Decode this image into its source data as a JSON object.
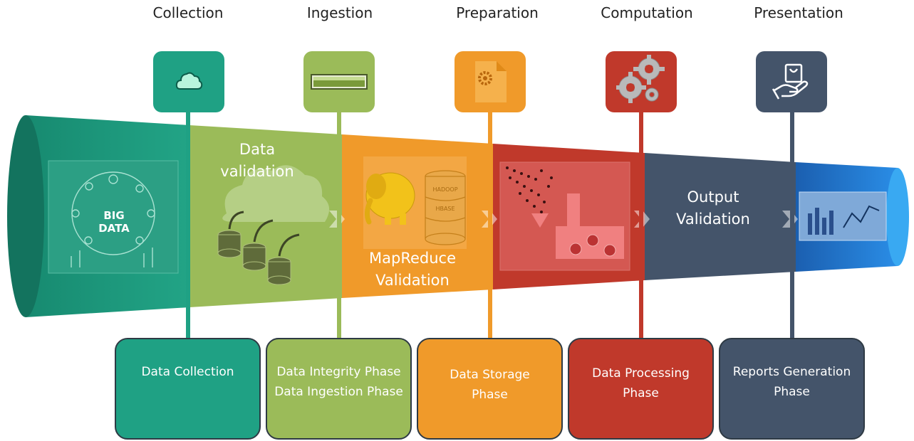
{
  "stages": [
    {
      "title": "Collection",
      "icon": "cloud-icon",
      "color": "#1fa184",
      "phase_lines": [
        "Data Collection"
      ]
    },
    {
      "title": "Ingestion",
      "icon": "progress-bar-icon",
      "color": "#9bbb59",
      "phase_lines": [
        "Data Integrity Phase",
        "Data Ingestion Phase"
      ]
    },
    {
      "title": "Preparation",
      "icon": "gear-document-icon",
      "color": "#f09a2a",
      "phase_lines": [
        "Data Storage",
        "Phase"
      ]
    },
    {
      "title": "Computation",
      "icon": "gears-icon",
      "color": "#c0392b",
      "phase_lines": [
        "Data Processing",
        "Phase"
      ]
    },
    {
      "title": "Presentation",
      "icon": "hand-bag-icon",
      "color": "#44546a",
      "phase_lines": [
        "Reports Generation",
        "Phase"
      ]
    }
  ],
  "funnel": {
    "big_data_label": [
      "BIG",
      "DATA"
    ],
    "data_validation": [
      "Data",
      "validation"
    ],
    "mapreduce_validation": [
      "MapReduce",
      "Validation"
    ],
    "output_validation": [
      "Output",
      "Validation"
    ],
    "hadoop_db_labels": [
      "HADOOP",
      "HBASE"
    ]
  },
  "colors": {
    "teal": "#1fa184",
    "green": "#9bbb59",
    "orange": "#f09a2a",
    "red": "#c0392b",
    "slate": "#44546a",
    "blue": "#1f73c8"
  }
}
